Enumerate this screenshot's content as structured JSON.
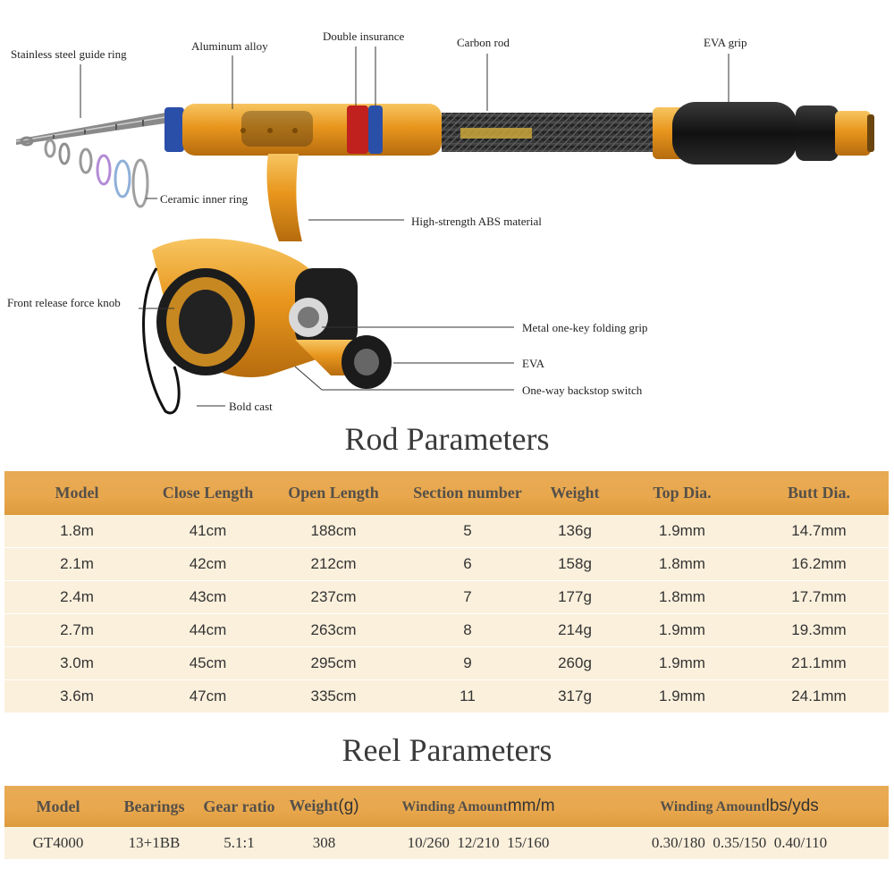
{
  "callouts": {
    "guide_ring": "Stainless steel guide ring",
    "aluminum": "Aluminum alloy",
    "double_insurance": "Double insurance",
    "carbon_rod": "Carbon rod",
    "eva_grip": "EVA grip",
    "ceramic_ring": "Ceramic inner ring",
    "abs": "High-strength ABS material",
    "front_knob": "Front release force knob",
    "folding_grip": "Metal one-key folding grip",
    "eva": "EVA",
    "backstop": "One-way backstop switch",
    "bold_cast": "Bold cast"
  },
  "rod": {
    "title": "Rod Parameters",
    "headers": [
      "Model",
      "Close Length",
      "Open Length",
      "Section number",
      "Weight",
      "Top Dia.",
      "Butt Dia."
    ],
    "rows": [
      [
        "1.8m",
        "41cm",
        "188cm",
        "5",
        "136g",
        "1.9mm",
        "14.7mm"
      ],
      [
        "2.1m",
        "42cm",
        "212cm",
        "6",
        "158g",
        "1.8mm",
        "16.2mm"
      ],
      [
        "2.4m",
        "43cm",
        "237cm",
        "7",
        "177g",
        "1.8mm",
        "17.7mm"
      ],
      [
        "2.7m",
        "44cm",
        "263cm",
        "8",
        "214g",
        "1.9mm",
        "19.3mm"
      ],
      [
        "3.0m",
        "45cm",
        "295cm",
        "9",
        "260g",
        "1.9mm",
        "21.1mm"
      ],
      [
        "3.6m",
        "47cm",
        "335cm",
        "11",
        "317g",
        "1.9mm",
        "24.1mm"
      ]
    ]
  },
  "reel": {
    "title": "Reel Parameters",
    "headers": {
      "model": "Model",
      "bearings": "Bearings",
      "gear": "Gear ratio",
      "weight": "Weight",
      "weight_unit": "(g)",
      "winding1": "Winding Amount",
      "winding1_unit": "mm/m",
      "winding2": "Winding Amount",
      "winding2_unit": "lbs/yds"
    },
    "row": {
      "model": "GT4000",
      "bearings": "13+1BB",
      "gear": "5.1:1",
      "weight": "308",
      "winding1": "10/260  12/210  15/160",
      "winding2": "0.30/180  0.35/150  0.40/110"
    }
  },
  "colors": {
    "gold": "#e6a64b",
    "row_bg": "#fbf0dc",
    "carbon": "#2a2a2a"
  }
}
